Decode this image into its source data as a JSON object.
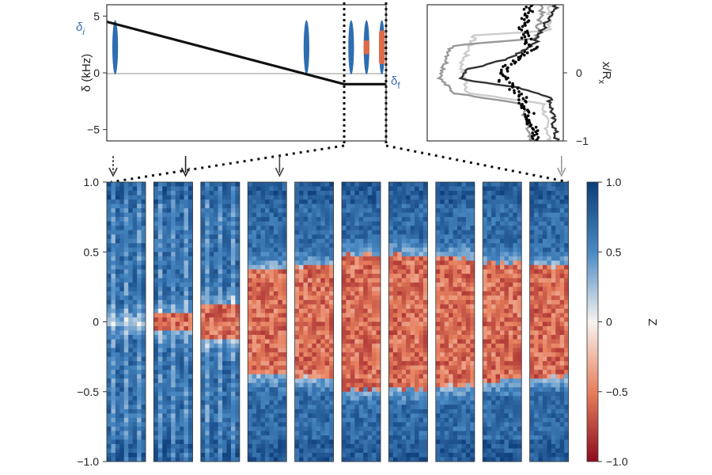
{
  "chart_data": [
    {
      "type": "line",
      "ylabel": "δ (kHz)",
      "ylim": [
        -6,
        6
      ],
      "yticks": [
        5,
        0,
        -5
      ],
      "ytick_labels": [
        "5",
        "0",
        "−5"
      ],
      "annotations": {
        "delta_i": "δ",
        "delta_i_sub": "i",
        "delta_f": "δ",
        "delta_f_sub": "f"
      },
      "series": [
        {
          "x": [
            0,
            0.85,
            1.0
          ],
          "values": [
            4.5,
            -1.0,
            -1.0
          ]
        }
      ],
      "markers": [
        {
          "x": 0.03,
          "top": 4.5,
          "bottom": 0.0,
          "state": "uniform"
        },
        {
          "x": 0.715,
          "top": 4.5,
          "bottom": 0.0,
          "state": "uniform"
        },
        {
          "x": 0.875,
          "top": 4.5,
          "bottom": 0.0,
          "state": "uniform"
        },
        {
          "x": 0.93,
          "top": 4.5,
          "bottom": 0.0,
          "state": "core"
        },
        {
          "x": 0.985,
          "top": 4.5,
          "bottom": 0.0,
          "state": "mostly"
        }
      ],
      "zoom_window": [
        0.85,
        1.0
      ]
    },
    {
      "type": "line",
      "ylabel": "x/R",
      "ylabel_sub": "x",
      "ylim": [
        -1,
        1
      ],
      "yticks": [
        0,
        -1
      ],
      "ytick_labels": [
        "0",
        "−1"
      ],
      "series": [
        {
          "shade": "#cccccc",
          "profile": [
            [
              1.0,
              0.9
            ],
            [
              0.62,
              0.9
            ],
            [
              0.55,
              0.35
            ],
            [
              0.12,
              0.25
            ],
            [
              -0.1,
              0.28
            ],
            [
              -0.3,
              0.3
            ],
            [
              -0.45,
              0.85
            ],
            [
              -1.0,
              0.9
            ]
          ]
        },
        {
          "shade": "#999999",
          "profile": [
            [
              1.0,
              0.85
            ],
            [
              0.5,
              0.8
            ],
            [
              0.4,
              0.18
            ],
            [
              0.05,
              0.12
            ],
            [
              -0.1,
              0.1
            ],
            [
              -0.3,
              0.2
            ],
            [
              -0.45,
              0.7
            ],
            [
              -1.0,
              0.75
            ]
          ]
        },
        {
          "shade": "#333333",
          "profile": [
            [
              1.0,
              0.95
            ],
            [
              0.4,
              0.78
            ],
            [
              0.2,
              0.58
            ],
            [
              0.05,
              0.3
            ],
            [
              -0.08,
              0.25
            ],
            [
              -0.14,
              0.4
            ],
            [
              -0.22,
              0.68
            ],
            [
              -0.35,
              0.9
            ],
            [
              -1.0,
              0.95
            ]
          ]
        },
        {
          "shade": "#000000",
          "dotted": true,
          "profile": [
            [
              1.0,
              0.75
            ],
            [
              0.6,
              0.7
            ],
            [
              0.35,
              0.78
            ],
            [
              0.1,
              0.6
            ],
            [
              -0.1,
              0.55
            ],
            [
              -0.3,
              0.68
            ],
            [
              -0.6,
              0.75
            ],
            [
              -1.0,
              0.8
            ]
          ]
        }
      ]
    },
    {
      "type": "heatmap",
      "panels": 10,
      "ylim": [
        -1.0,
        1.0
      ],
      "yticks": [
        1.0,
        0.5,
        0,
        -0.5,
        -1.0
      ],
      "ytick_labels": [
        "1.0",
        "0.5",
        "0",
        "−0.5",
        "−1.0"
      ],
      "colorbar": {
        "label": "Z",
        "range": [
          -1.0,
          1.0
        ],
        "ticks": [
          1.0,
          0.5,
          0,
          -0.5,
          -1.0
        ],
        "tick_labels": [
          "1.0",
          "0.5",
          "0",
          "−0.5",
          "−1.0"
        ]
      },
      "domain_half_width": [
        0.0,
        0.05,
        0.12,
        0.38,
        0.4,
        0.48,
        0.48,
        0.46,
        0.42,
        0.4
      ],
      "arrows": [
        {
          "panel": 0,
          "style": "dashed",
          "color": "#333333"
        },
        {
          "panel": 1,
          "style": "solid",
          "color": "#222222"
        },
        {
          "panel": 3,
          "style": "solid",
          "color": "#444444"
        },
        {
          "panel": 9,
          "style": "solid",
          "color": "#999999"
        }
      ]
    }
  ]
}
